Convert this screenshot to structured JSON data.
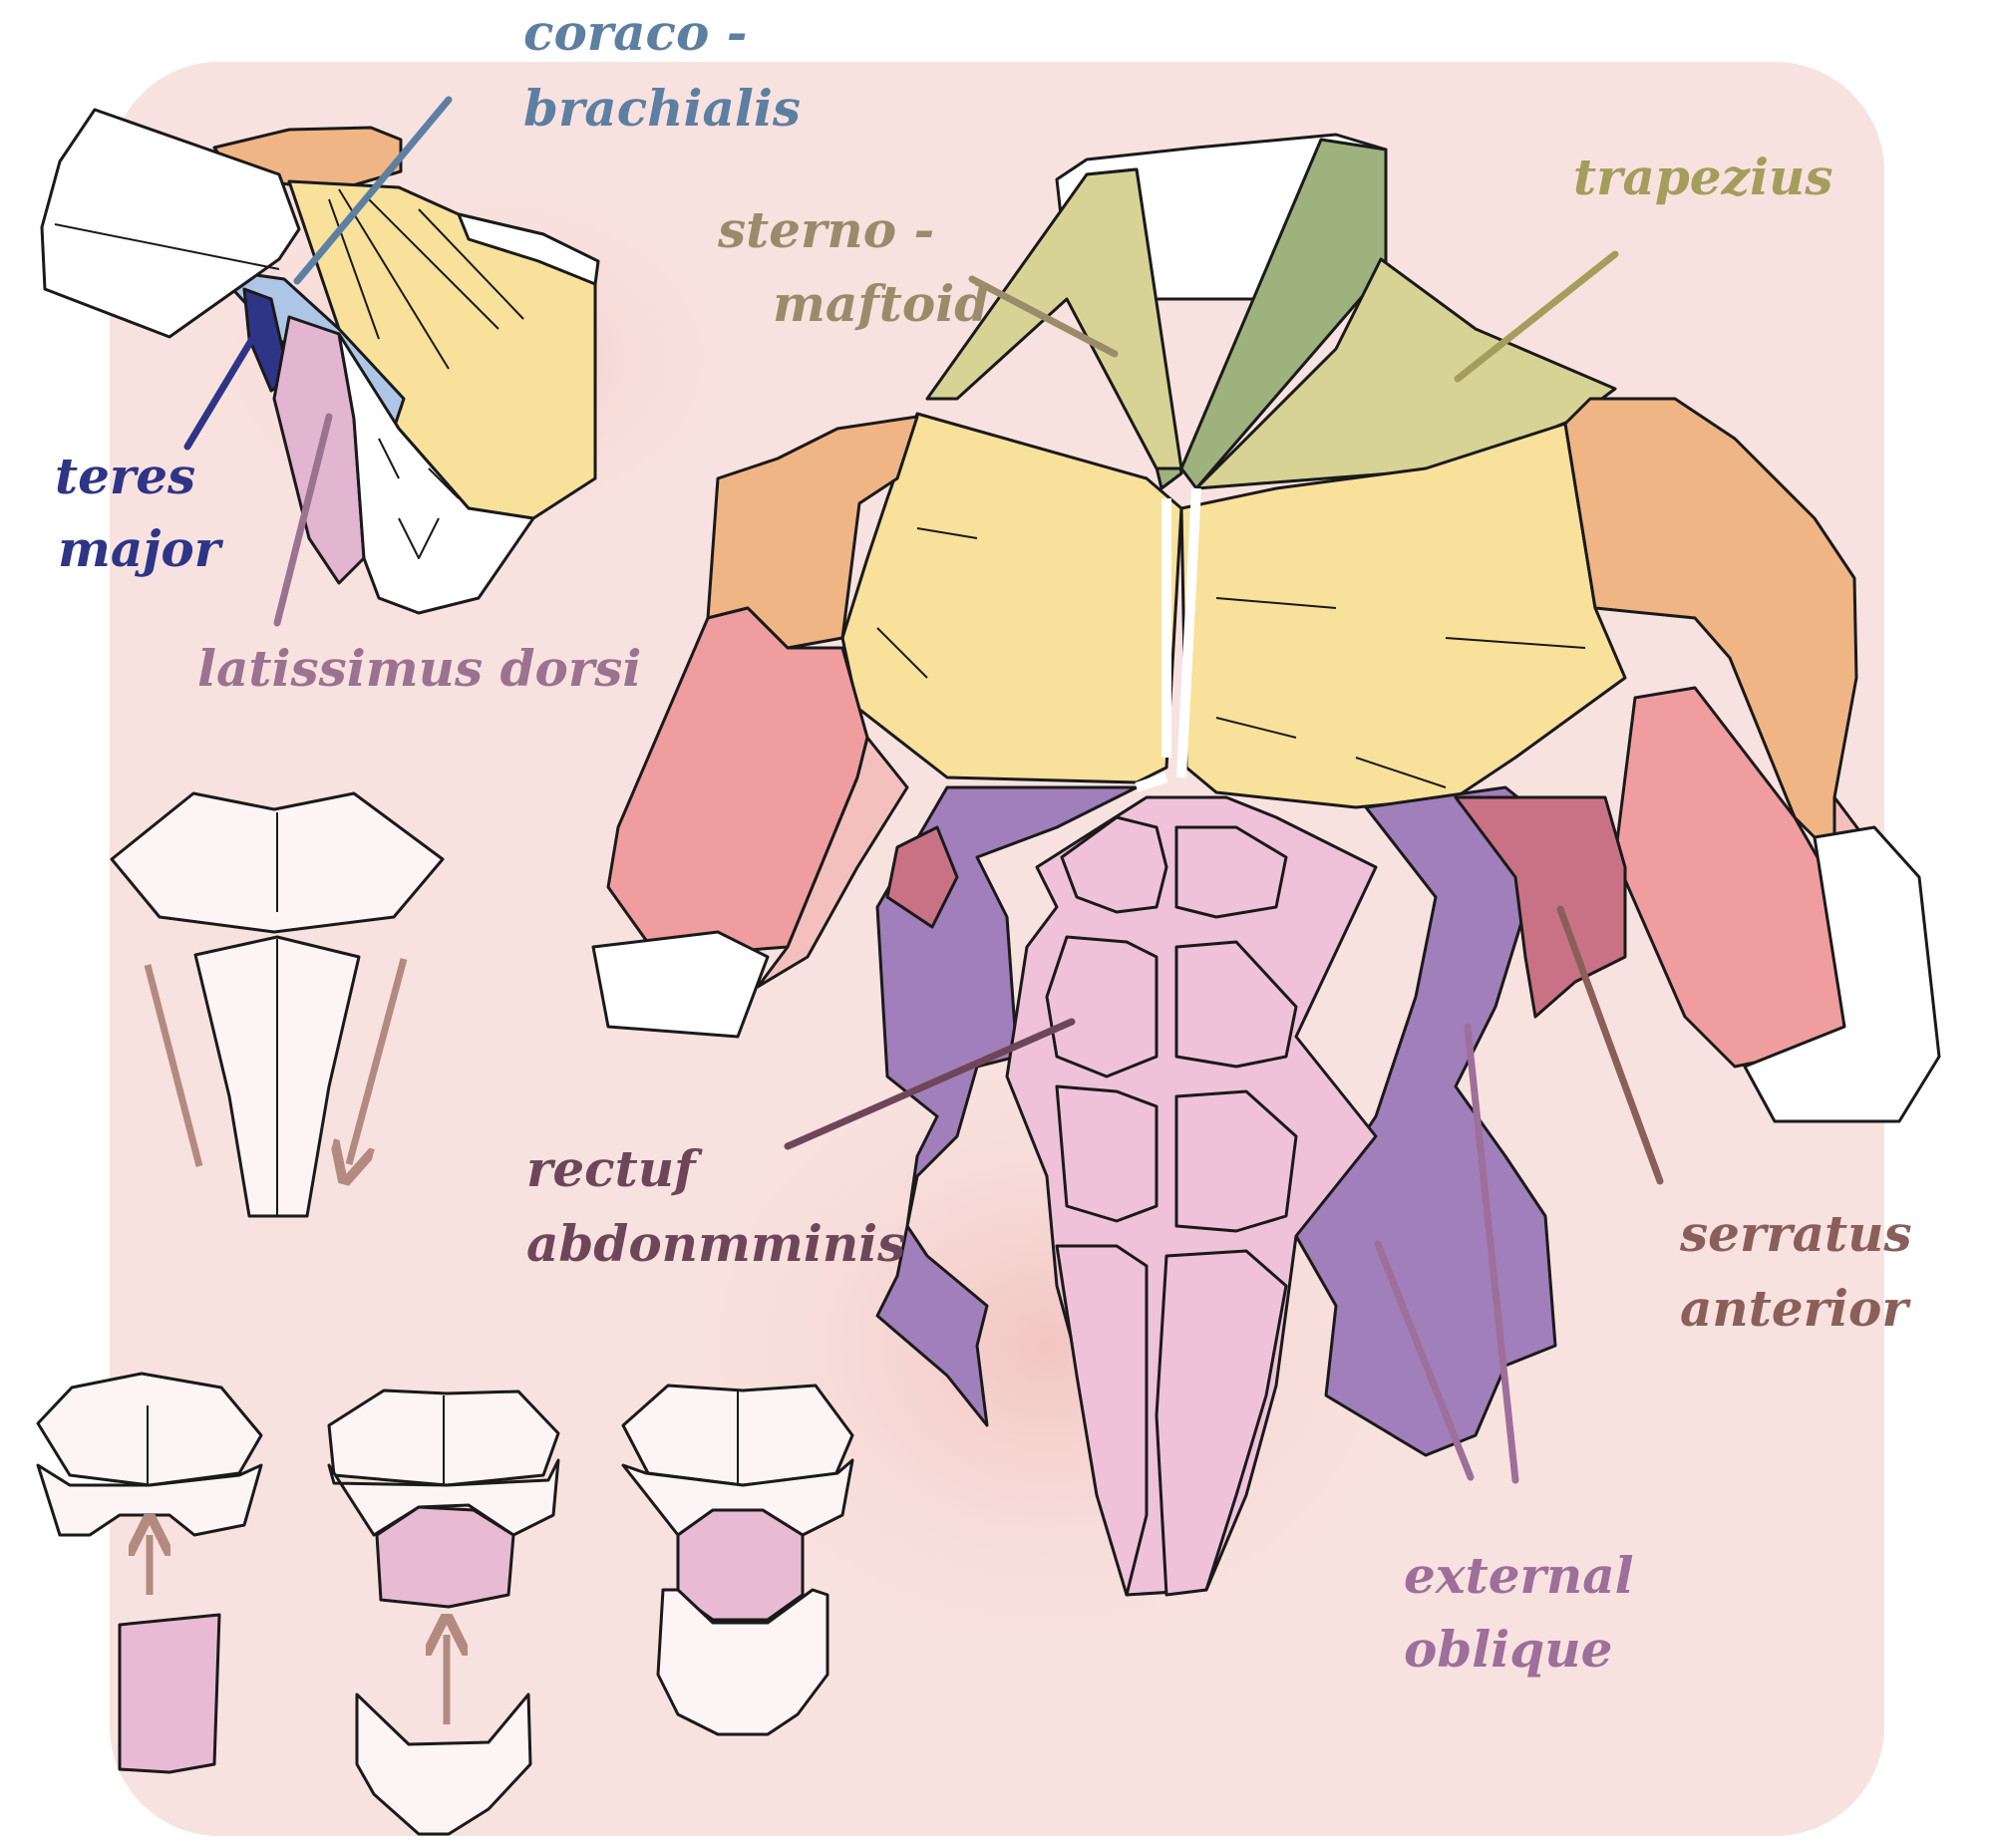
{
  "labels": {
    "coraco_line1": "coraco -",
    "coraco_line2": "brachialis",
    "sterno_line1": "sterno -",
    "sterno_line2": "maftoid",
    "trapezius": "trapezius",
    "teres_line1": "teres",
    "teres_line2": "major",
    "latissimus": "latissimus dorsi",
    "rectuf_line1": "rectuf",
    "rectuf_line2": "abdonmminis",
    "serratus_line1": "serratus",
    "serratus_line2": "anterior",
    "external_line1": "external",
    "external_line2": "oblique"
  },
  "colors": {
    "background_panel": "#f8e2df",
    "glow": "#f3c9c4",
    "outline": "#1a1a1a",
    "coraco": "#5d7fa1",
    "coraco_fill": "#aec6e6",
    "sterno": "#9a8c6a",
    "sterno_fill": "#9db27d",
    "trapezius": "#a59d5c",
    "trapezius_fill": "#d7d394",
    "teres": "#2e3587",
    "latissimus": "#9b7290",
    "latissimus_fill": "#e2b5d0",
    "rectuf": "#6e4659",
    "rectuf_fill": "#efc2da",
    "serratus": "#8a5f5a",
    "serratus_fill": "#c97285",
    "external": "#9d6f9a",
    "external_fill": "#a07fba",
    "pectoral_fill": "#f7e19b",
    "deltoid_fill": "#efb585",
    "biceps_fill": "#f09da0",
    "tendon_fill": "#ffffff",
    "arrow": "#b38a80"
  }
}
